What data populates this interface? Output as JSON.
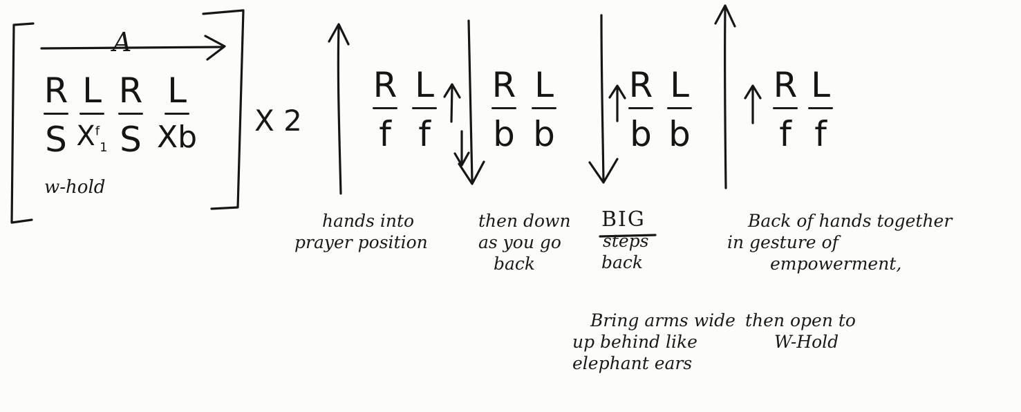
{
  "intro": {
    "section_letter": "A",
    "steps": [
      {
        "foot": "R",
        "move": "S"
      },
      {
        "foot": "L",
        "move": "X",
        "move_mark": "f",
        "move_sub": "1"
      },
      {
        "foot": "R",
        "move": "S"
      },
      {
        "foot": "L",
        "move": "Xb"
      }
    ],
    "hold_label": "w-hold",
    "repeat": "X 2"
  },
  "sequence": [
    {
      "foot": "R",
      "move": "f"
    },
    {
      "foot": "L",
      "move": "f"
    },
    {
      "foot": "R",
      "move": "b"
    },
    {
      "foot": "L",
      "move": "b"
    },
    {
      "foot": "R",
      "move": "b"
    },
    {
      "foot": "L",
      "move": "b"
    },
    {
      "foot": "R",
      "move": "f"
    },
    {
      "foot": "L",
      "move": "f"
    }
  ],
  "notes": {
    "prayer_line1": "hands into",
    "prayer_line2": "prayer position",
    "down_line1": "then down",
    "down_line2": "as you go",
    "down_line3": "back",
    "big_word": "BIG",
    "big_line2": "steps",
    "big_line3": "back",
    "back_line1": "Back of hands together",
    "back_line2": "in gesture of",
    "back_line3": "empowerment,",
    "bring_line1": "Bring arms wide",
    "bring_line2": "up behind like",
    "bring_line3": "elephant ears",
    "open_line1": "then open to",
    "open_line2": "W-Hold"
  }
}
